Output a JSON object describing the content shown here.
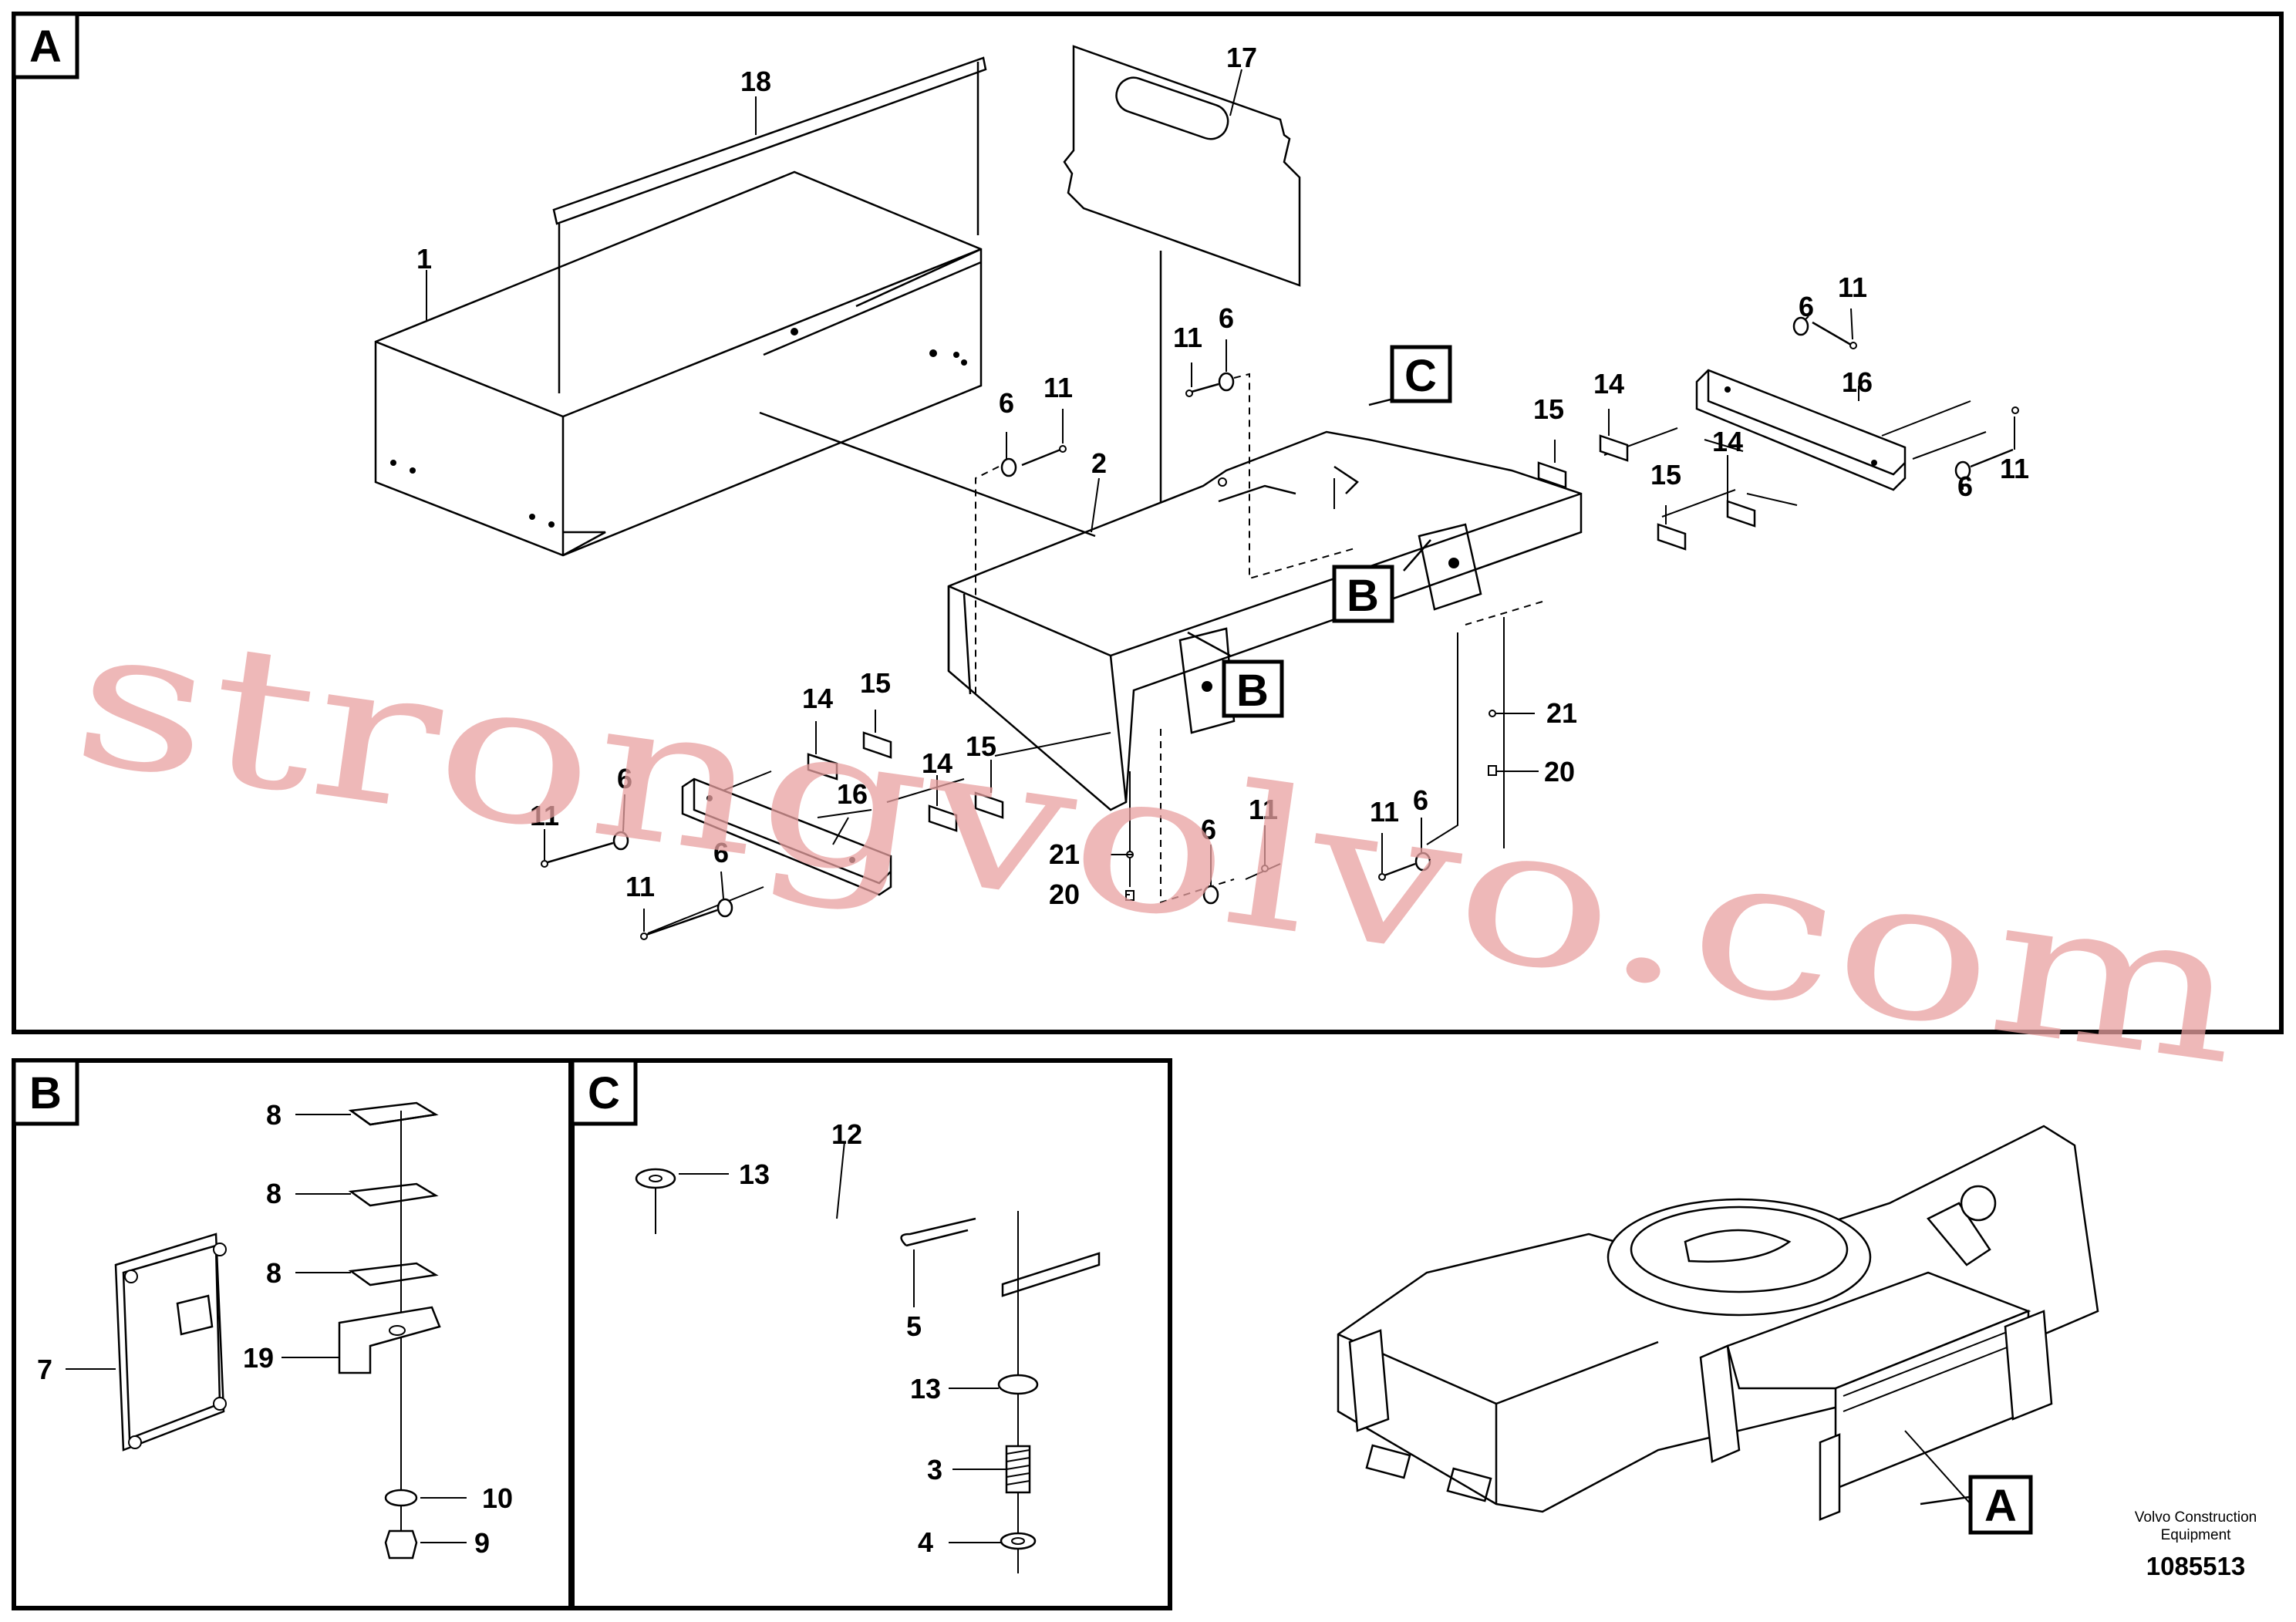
{
  "panels": {
    "a": {
      "tag": "A"
    },
    "b": {
      "tag": "B"
    },
    "c": {
      "tag": "C"
    }
  },
  "callouts": {
    "panel_a": {
      "n18": "18",
      "n17": "17",
      "n1": "1",
      "n2": "2",
      "n6_a": "6",
      "n11_a": "11",
      "n6_b": "6",
      "n11_b": "11",
      "n6_c": "6",
      "n11_c": "11",
      "n16_r": "16",
      "n6_d": "6",
      "n11_d": "11",
      "n15_a": "15",
      "n14_a": "14",
      "n14_b": "14",
      "n15_b": "15",
      "n14_c": "14",
      "n15_c": "15",
      "n14_d": "14",
      "n15_d": "15",
      "n11_e": "11",
      "n6_e": "6",
      "n16_l": "16",
      "n6_f": "6",
      "n11_f": "11",
      "n21_a": "21",
      "n20_a": "20",
      "n6_g": "6",
      "n11_g": "11",
      "n11_h": "11",
      "n6_h": "6",
      "n21_b": "21",
      "n20_b": "20",
      "ref_c": "C",
      "ref_b1": "B",
      "ref_b2": "B"
    },
    "panel_b": {
      "n8_1": "8",
      "n8_2": "8",
      "n8_3": "8",
      "n7": "7",
      "n19": "19",
      "n10": "10",
      "n9": "9"
    },
    "panel_c": {
      "n12": "12",
      "n13_a": "13",
      "n5": "5",
      "n13_b": "13",
      "n3": "3",
      "n4": "4"
    },
    "overview": {
      "ref_a": "A"
    }
  },
  "watermark": "strongvolvo.com",
  "footer": {
    "company_line1": "Volvo Construction",
    "company_line2": "Equipment",
    "doc_number": "1085513"
  }
}
